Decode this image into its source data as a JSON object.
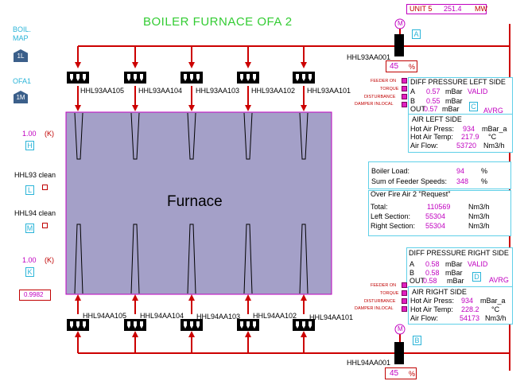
{
  "title": "BOILER FURNACE OFA 2",
  "unit": {
    "label": "UNIT 5",
    "value": "251.4",
    "unit": "MW"
  },
  "nav": {
    "boil_label": "BOIL.",
    "map_label": "MAP",
    "btn_1l": "1L",
    "ofa1_label": "OFA1",
    "btn_1m": "1M"
  },
  "left": {
    "k_top_value": "1.00",
    "k_top_unit": "(K)",
    "key_h": "H",
    "hhl93_clean": "HHL93 clean",
    "key_l": "L",
    "hhl94_clean": "HHL94 clean",
    "key_m": "M",
    "k_bot_value": "1.00",
    "k_bot_unit": "(K)",
    "key_k": "K",
    "ratio_value": "0.9982"
  },
  "furnace_label": "Furnace",
  "top_dampers": [
    "HHL93AA105",
    "HHL93AA104",
    "HHL93AA103",
    "HHL93AA102",
    "HHL93AA101"
  ],
  "bottom_dampers": [
    "HHL94AA105",
    "HHL94AA104",
    "HHL94AA103",
    "HHL94AA102",
    "HHL94AA101"
  ],
  "fan_top": {
    "motor": "M",
    "id": "HHL93AA001",
    "key": "A",
    "value": "45",
    "unit": "%"
  },
  "fan_bottom": {
    "motor": "M",
    "id": "HHL94AA001",
    "key": "B",
    "value": "45",
    "unit": "%"
  },
  "flags": [
    "FEEDER ON",
    "TORQUE",
    "DISTURBANCE",
    "DAMPER INLOCAL"
  ],
  "dp_left": {
    "title": "DIFF PRESSURE LEFT SIDE",
    "a_label": "A",
    "a_value": "0.57",
    "a_unit": "mBar",
    "a_status": "VALID",
    "b_label": "B",
    "b_value": "0.55",
    "b_unit": "mBar",
    "out_label": "OUT",
    "out_value": "0.57",
    "out_unit": "mBar",
    "key": "C",
    "mode": "AVRG"
  },
  "air_left": {
    "title": "AIR LEFT SIDE",
    "press_label": "Hot Air Press:",
    "press_value": "934",
    "press_unit": "mBar_a",
    "temp_label": "Hot Air Temp:",
    "temp_value": "217.9",
    "temp_unit": "°C",
    "flow_label": "Air Flow:",
    "flow_value": "53720",
    "flow_unit": "Nm3/h"
  },
  "boiler": {
    "load_label": "Boiler Load:",
    "load_value": "94",
    "load_unit": "%",
    "feeder_label": "Sum of Feeder Speeds:",
    "feeder_value": "348",
    "feeder_unit": "%"
  },
  "ofa_request": {
    "title": "Over Fire Air 2 \"Request\"",
    "total_label": "Total:",
    "total_value": "110569",
    "total_unit": "Nm3/h",
    "left_label": "Left Section:",
    "left_value": "55304",
    "left_unit": "Nm3/h",
    "right_label": "Right Section:",
    "right_value": "55304",
    "right_unit": "Nm3/h"
  },
  "dp_right": {
    "title": "DIFF PRESSURE RIGHT SIDE",
    "a_label": "A",
    "a_value": "0.58",
    "a_unit": "mBar",
    "a_status": "VALID",
    "b_label": "B",
    "b_value": "0.58",
    "b_unit": "mBar",
    "out_label": "OUT",
    "out_value": "0.58",
    "out_unit": "mBar",
    "key": "D",
    "mode": "AVRG"
  },
  "air_right": {
    "title": "AIR RIGHT SIDE",
    "press_label": "Hot Air Press:",
    "press_value": "934",
    "press_unit": "mBar_a",
    "temp_label": "Hot Air Temp:",
    "temp_value": "228.2",
    "temp_unit": "°C",
    "flow_label": "Air Flow:",
    "flow_value": "54173",
    "flow_unit": "Nm3/h"
  },
  "colors": {
    "duct": "#cc0000",
    "furnace": "#a4a0c8",
    "panel_border": "#5fd0e8",
    "title": "#33cc33"
  }
}
